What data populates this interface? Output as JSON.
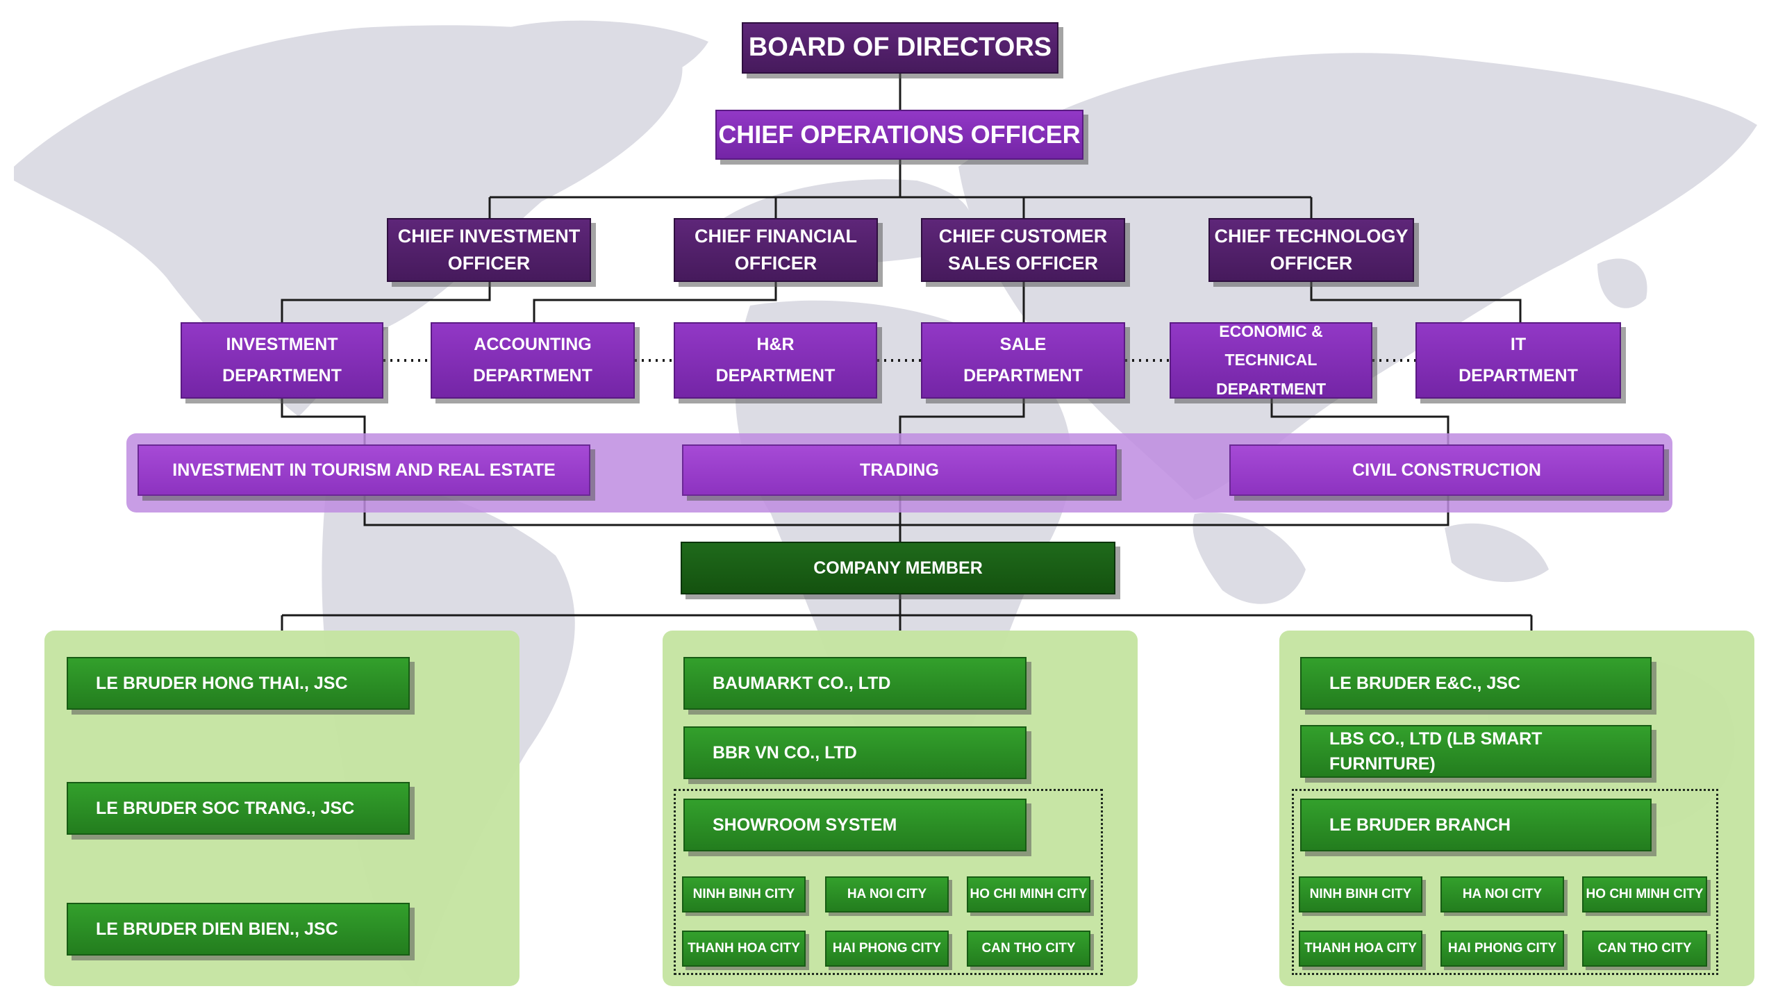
{
  "colors": {
    "purple_dark": "#4f1f66",
    "purple_mid": "#8330b6",
    "purple_light": "#9a42cc",
    "green_dark": "#175c13",
    "green_mid": "#2c8f25",
    "panel_green": "#c4e4a0",
    "band_lilac": "#be8ce1",
    "map_gray": "#dcdce4"
  },
  "board": "BOARD OF DIRECTORS",
  "coo": "CHIEF OPERATIONS OFFICER",
  "chiefs": {
    "investment": [
      "CHIEF INVESTMENT",
      "OFFICER"
    ],
    "financial": [
      "CHIEF FINANCIAL",
      "OFFICER"
    ],
    "customer": [
      "CHIEF CUSTOMER",
      "SALES OFFICER"
    ],
    "technology": [
      "CHIEF TECHNOLOGY",
      "OFFICER"
    ]
  },
  "departments": {
    "investment": [
      "INVESTMENT",
      "DEPARTMENT"
    ],
    "accounting": [
      "ACCOUNTING",
      "DEPARTMENT"
    ],
    "hr": [
      "H&R",
      "DEPARTMENT"
    ],
    "sale": [
      "SALE",
      "DEPARTMENT"
    ],
    "economic": [
      "ECONOMIC & TECHNICAL",
      "DEPARTMENT"
    ],
    "it": [
      "IT",
      "DEPARTMENT"
    ]
  },
  "sectors": {
    "tourism": "INVESTMENT IN TOURISM AND REAL ESTATE",
    "trading": "TRADING",
    "civil": "CIVIL CONSTRUCTION"
  },
  "company_member": "COMPANY MEMBER",
  "left_group": [
    "LE BRUDER HONG THAI., JSC",
    "LE BRUDER SOC TRANG., JSC",
    "LE BRUDER DIEN BIEN., JSC"
  ],
  "middle_group": {
    "companies": [
      "BAUMARKT CO., LTD",
      "BBR VN CO., LTD"
    ],
    "showroom": "SHOWROOM SYSTEM",
    "cities": [
      "NINH BINH CITY",
      "HA NOI CITY",
      "HO CHI MINH CITY",
      "THANH HOA CITY",
      "HAI PHONG CITY",
      "CAN THO CITY"
    ]
  },
  "right_group": {
    "companies": [
      "LE BRUDER E&C., JSC",
      "LBS CO., LTD (LB SMART FURNITURE)"
    ],
    "branch": "LE BRUDER BRANCH",
    "cities": [
      "NINH BINH CITY",
      "HA NOI CITY",
      "HO CHI MINH CITY",
      "THANH HOA CITY",
      "HAI PHONG CITY",
      "CAN THO CITY"
    ]
  }
}
